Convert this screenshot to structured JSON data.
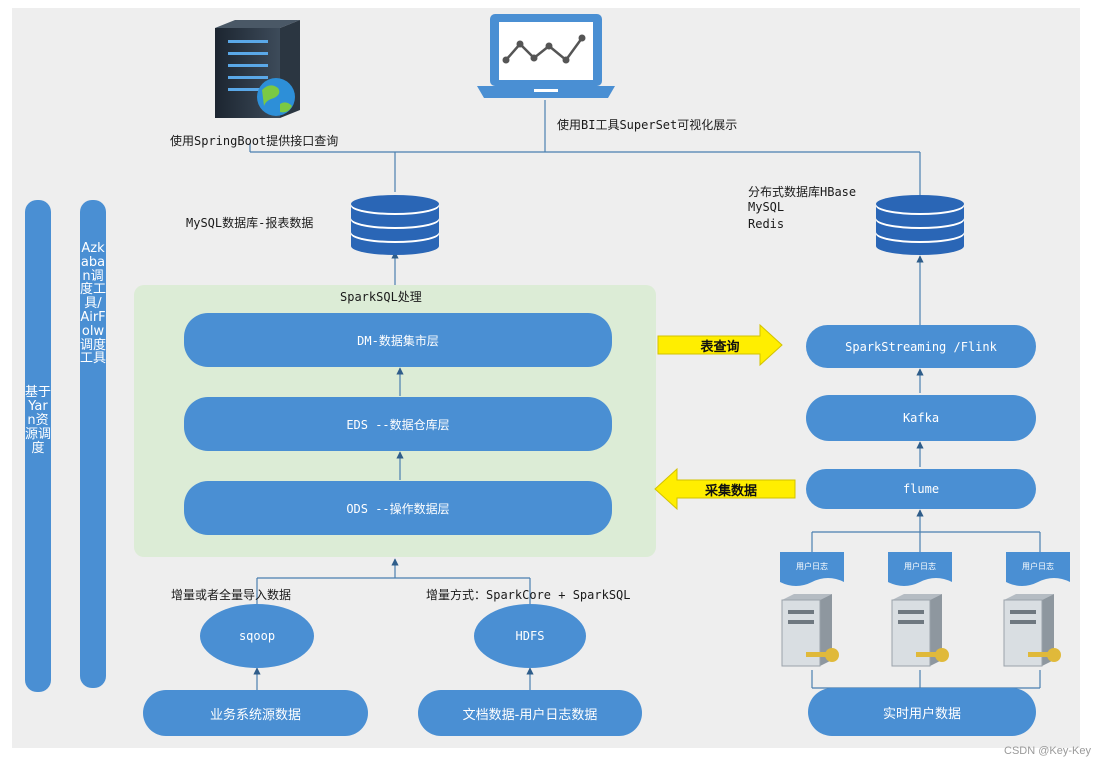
{
  "server_caption": "使用SpringBoot提供接口查询",
  "laptop_caption": "使用BI工具SuperSet可视化展示",
  "mysql_caption": "MySQL数据库-报表数据",
  "nosql_caption": [
    "分布式数据库HBase",
    "MySQL",
    "Redis"
  ],
  "sparksql_panel_title": "SparkSQL处理",
  "layers": {
    "dm": "DM-数据集市层",
    "eds": "EDS --数据仓库层",
    "ods": "ODS --操作数据层"
  },
  "arrow_query_label": "表查询",
  "arrow_collect_label": "采集数据",
  "streaming_label": "SparkStreaming /Flink",
  "kafka_label": "Kafka",
  "flume_label": "flume",
  "user_log_doc_label": "用户日志",
  "yarn_bar_text": "基于Yarn资源调度",
  "azkaban_bar_text": "Azkaban调度工具/AirFolw调度工具",
  "import_caption": "增量或者全量导入数据",
  "increment_caption": "增量方式：SparkCore + SparkSQL",
  "sqoop_label": "sqoop",
  "hdfs_label": "HDFS",
  "business_source_label": "业务系统源数据",
  "doc_data_label": "文档数据-用户日志数据",
  "realtime_label": "实时用户数据",
  "watermark": "CSDN @Key-Key",
  "colors": {
    "accent_blue": "#4a8fd3",
    "panel_green": "#dcecd6",
    "arrow_yellow": "#ffee00",
    "line": "#4a7fb0"
  }
}
